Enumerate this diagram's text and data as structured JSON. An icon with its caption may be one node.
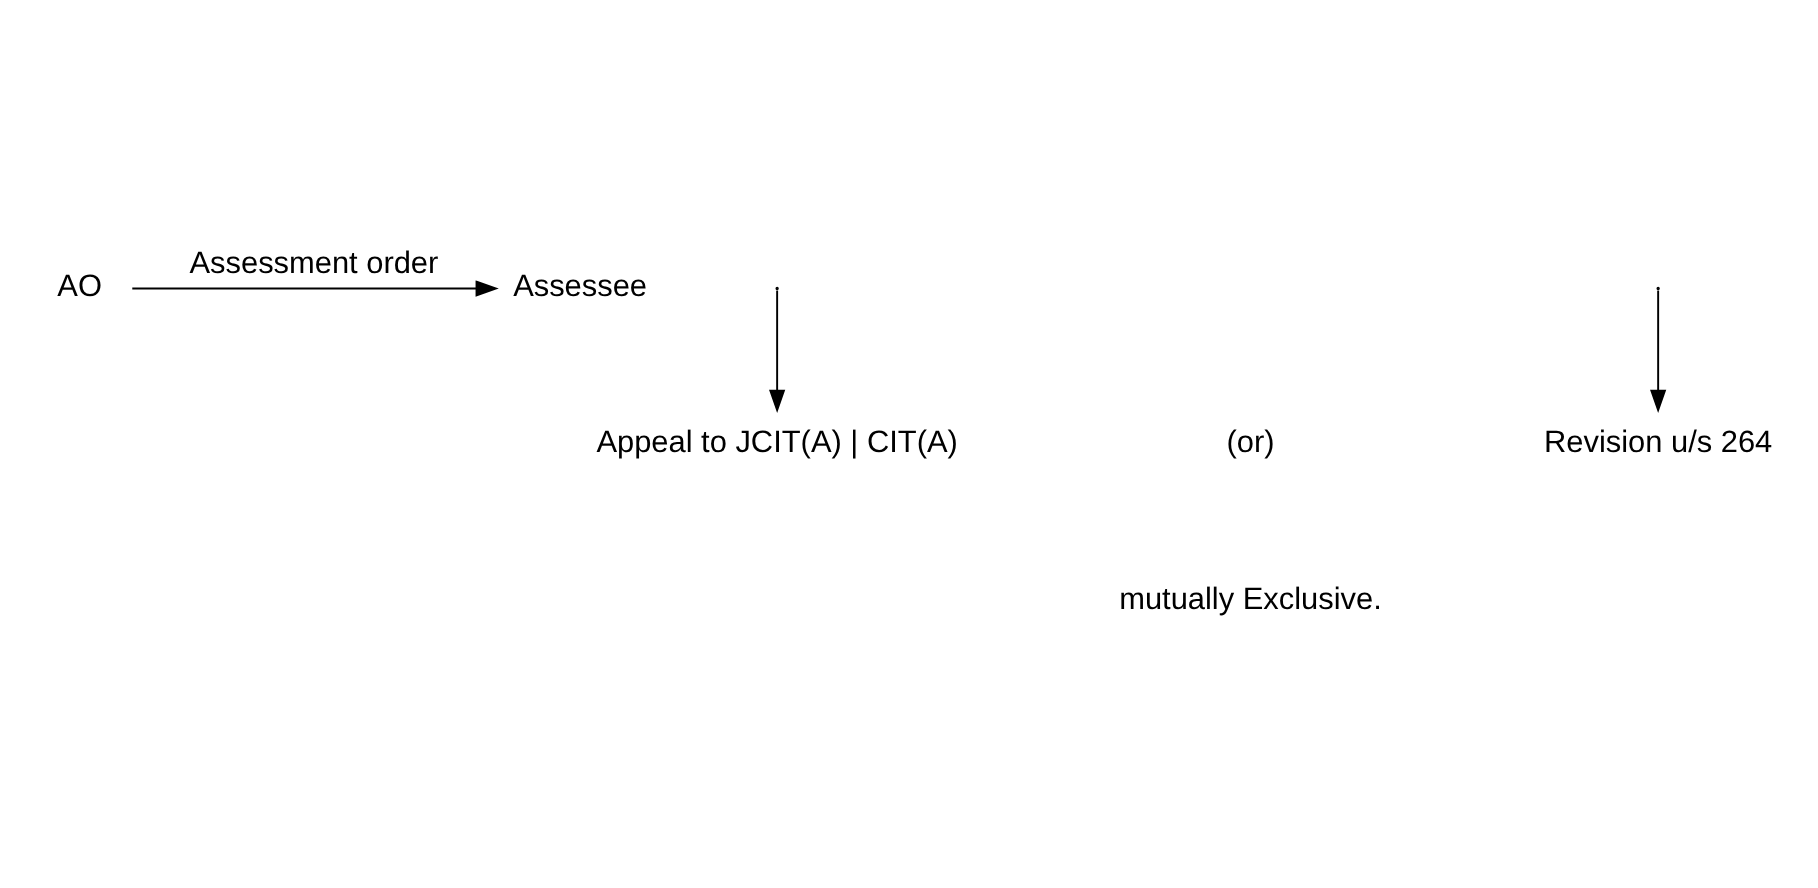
{
  "diagram": {
    "nodes": [
      {
        "text": [
          "AO"
        ]
      },
      {
        "text": [
          "Assessee"
        ]
      },
      {
        "text": [
          "Appeal to JCIT(A) | CIT(A)"
        ]
      },
      {
        "text": [
          "Revision u/s 264"
        ]
      }
    ],
    "edges": [
      {
        "from": 0,
        "to": 1,
        "arrow": "to",
        "label": "Assessment order"
      },
      {
        "from": null,
        "to": 2,
        "arrow": "to"
      },
      {
        "from": null,
        "to": 3,
        "arrow": "to"
      }
    ],
    "labels": [
      "(or)",
      "mutually Exclusive."
    ]
  }
}
